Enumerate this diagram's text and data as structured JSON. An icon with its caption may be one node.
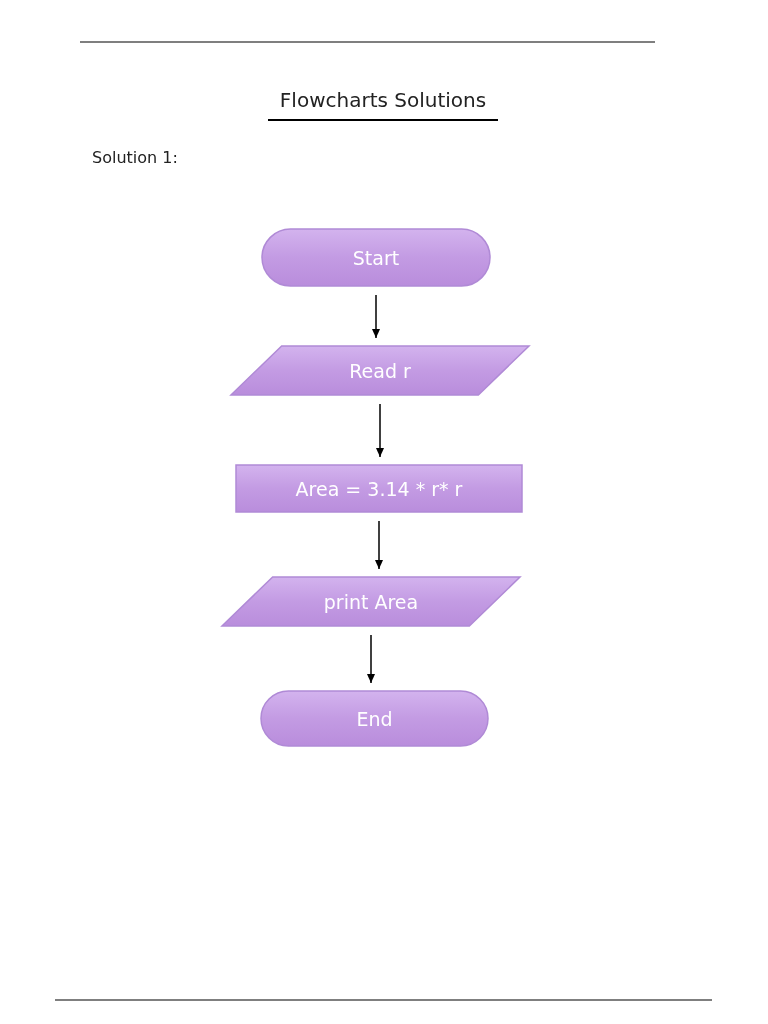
{
  "diagram": {
    "title": "Flowcharts Solutions",
    "nodes": [
      {
        "text": [
          "Start"
        ]
      },
      {
        "text": [
          "Read r"
        ]
      },
      {
        "text": [
          "Area = 3.14 * r* r"
        ]
      },
      {
        "text": [
          "print Area"
        ]
      },
      {
        "text": [
          "End"
        ]
      }
    ],
    "edges": [
      {
        "from": 0,
        "to": 1,
        "arrow": "to"
      },
      {
        "from": 1,
        "to": 2,
        "arrow": "to"
      },
      {
        "from": 2,
        "to": 3,
        "arrow": "to"
      },
      {
        "from": 3,
        "to": 4,
        "arrow": "to"
      }
    ],
    "labels": [
      "Solution 1:"
    ]
  }
}
